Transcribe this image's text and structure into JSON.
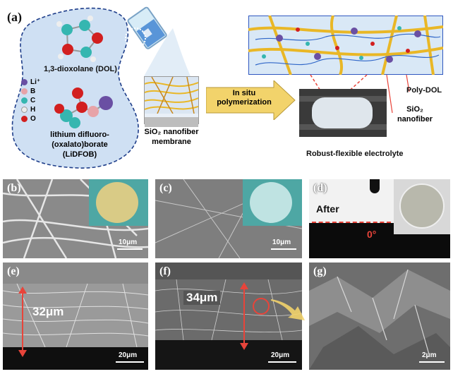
{
  "top": {
    "panel_letter": "(a)",
    "dol_label": "1,3-dioxolane (DOL)",
    "legend": [
      {
        "symbol": "Li⁺",
        "color": "#6a4fa3"
      },
      {
        "symbol": "B",
        "color": "#e7a3a8"
      },
      {
        "symbol": "C",
        "color": "#35b6b0"
      },
      {
        "symbol": "H",
        "color": "#ececec"
      },
      {
        "symbol": "O",
        "color": "#d21f1f"
      }
    ],
    "lidfob_label": "lithium difluoro-\n(oxalato)borate\n(LiDFOB)",
    "membrane_label": "SiO₂ nanofiber\nmembrane",
    "arrow_label": "In situ\npolymerization",
    "polydol_label": "Poly-DOL",
    "sio2_label": "SiO₂\nnanofiber",
    "electrolyte_label": "Robust-flexible electrolyte"
  },
  "panels": {
    "b": {
      "letter": "(b)",
      "scale": "10μm"
    },
    "c": {
      "letter": "(c)",
      "scale": "10μm"
    },
    "d": {
      "letter": "(d)",
      "after": "After",
      "angle": "0°"
    },
    "e": {
      "letter": "(e)",
      "thickness": "32μm",
      "scale": "20μm"
    },
    "f": {
      "letter": "(f)",
      "thickness": "34μm",
      "scale": "20μm"
    },
    "g": {
      "letter": "(g)",
      "scale": "2μm"
    }
  },
  "colors": {
    "accent_red": "#e8443a",
    "fiber_yellow": "#e9b726",
    "arrow_yellow": "#f2d36b",
    "blob_blue": "#cfe0f3"
  }
}
